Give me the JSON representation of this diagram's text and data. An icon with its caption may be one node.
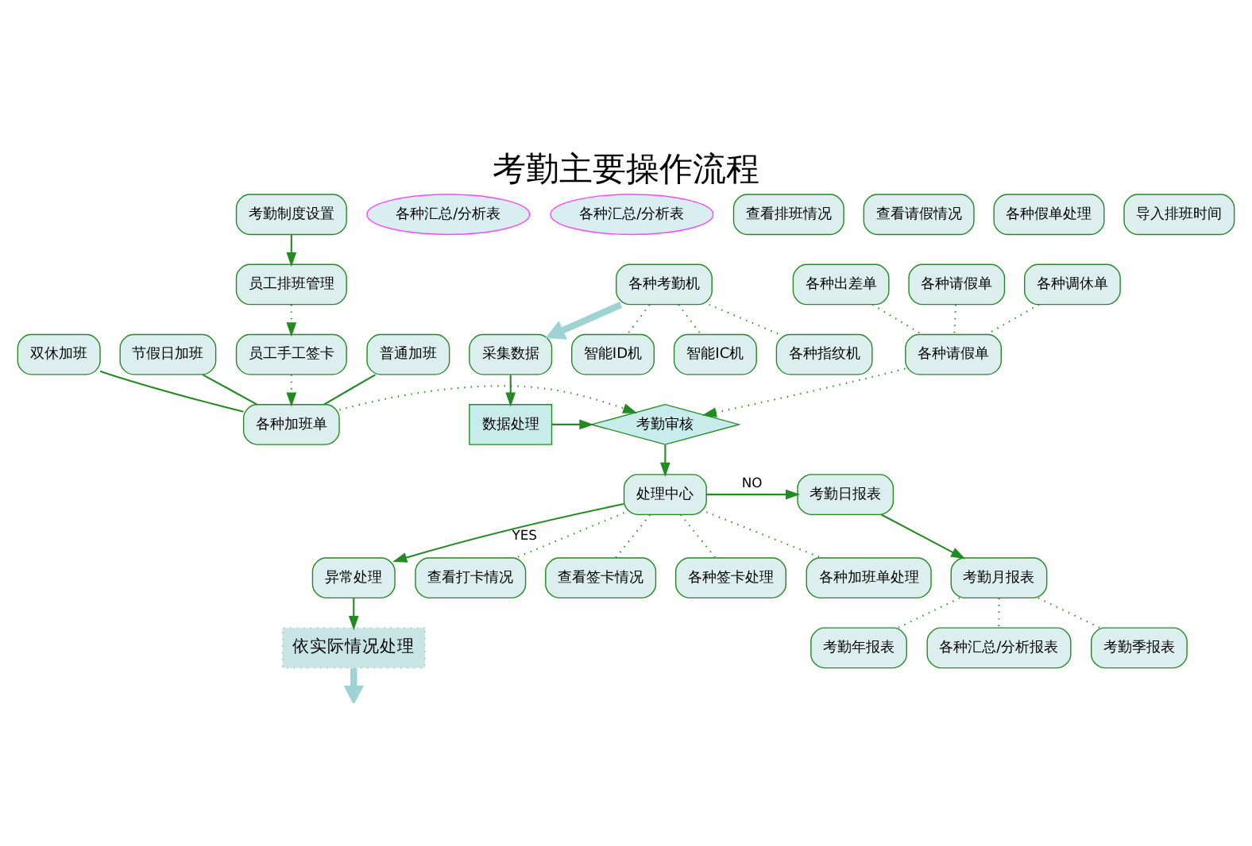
{
  "diagram": {
    "title": "考勤主要操作流程",
    "nodes": [
      {
        "text": [
          "考勤制度设置"
        ]
      },
      {
        "text": [
          "员工排班管理"
        ]
      },
      {
        "text": [
          "员工手工签卡"
        ]
      },
      {
        "text": [
          "各种加班单"
        ]
      },
      {
        "text": [
          "普通加班"
        ]
      },
      {
        "text": [
          "双休加班"
        ]
      },
      {
        "text": [
          "节假日加班"
        ]
      },
      {
        "text": [
          "各种汇总/分析表"
        ]
      },
      {
        "text": [
          "各种请假单"
        ]
      },
      {
        "text": [
          "各种调休单"
        ]
      },
      {
        "text": [
          "各种出差单"
        ]
      },
      {
        "text": [
          "各种请假单"
        ]
      },
      {
        "text": [
          "考勤审核"
        ]
      },
      {
        "text": [
          "各种考勤机"
        ]
      },
      {
        "text": [
          "智能ID机"
        ]
      },
      {
        "text": [
          "智能IC机"
        ]
      },
      {
        "text": [
          "各种指纹机"
        ]
      },
      {
        "text": [
          "采集数据"
        ]
      },
      {
        "text": [
          "数据处理"
        ]
      },
      {
        "text": [
          "处理中心"
        ]
      },
      {
        "text": [
          "考勤日报表"
        ]
      },
      {
        "text": [
          "考勤月报表"
        ]
      },
      {
        "text": [
          "各种汇总/分析表"
        ]
      },
      {
        "text": [
          "异常处理"
        ]
      },
      {
        "text": [
          "依实际情况处理"
        ]
      },
      {
        "text": [
          "查看打卡情况"
        ]
      },
      {
        "text": [
          "查看排班情况"
        ]
      },
      {
        "text": [
          "查看签卡情况"
        ]
      },
      {
        "text": [
          "查看请假情况"
        ]
      },
      {
        "text": [
          "各种签卡处理"
        ]
      },
      {
        "text": [
          "各种假单处理"
        ]
      },
      {
        "text": [
          "各种加班单处理"
        ]
      },
      {
        "text": [
          "导入排班时间"
        ]
      },
      {
        "text": [
          "考勤季报表"
        ]
      },
      {
        "text": [
          "考勤年报表"
        ]
      },
      {
        "text": [
          "各种汇总/分析报表"
        ]
      }
    ],
    "edges": [
      {
        "from": 0,
        "to": 1,
        "arrow": "to"
      },
      {
        "from": 1,
        "to": 2,
        "arrow": "to",
        "style": "dashed"
      },
      {
        "from": 2,
        "to": 3,
        "arrow": "to",
        "style": "dashed"
      },
      {
        "from": 4,
        "to": 3,
        "arrow": "none"
      },
      {
        "from": 5,
        "to": 3,
        "arrow": "none"
      },
      {
        "from": 6,
        "to": 3,
        "arrow": "none"
      },
      {
        "from": 3,
        "to": 12,
        "arrow": "to",
        "style": "dashed"
      },
      {
        "from": 8,
        "to": 11,
        "arrow": "none",
        "style": "dashed"
      },
      {
        "from": 9,
        "to": 11,
        "arrow": "none",
        "style": "dashed"
      },
      {
        "from": 10,
        "to": 11,
        "arrow": "none",
        "style": "dashed"
      },
      {
        "from": 11,
        "to": 12,
        "arrow": "to",
        "style": "dashed"
      },
      {
        "from": 13,
        "to": 14,
        "arrow": "none",
        "style": "dashed"
      },
      {
        "from": 13,
        "to": 15,
        "arrow": "none",
        "style": "dashed"
      },
      {
        "from": 13,
        "to": 16,
        "arrow": "none",
        "style": "dashed"
      },
      {
        "from": 13,
        "to": 17,
        "arrow": "to",
        "style": "thick",
        "color": "#9ed3d3"
      },
      {
        "from": 17,
        "to": 18,
        "arrow": "to"
      },
      {
        "from": 18,
        "to": 12,
        "arrow": "to"
      },
      {
        "from": 12,
        "to": 19,
        "arrow": "to"
      },
      {
        "from": 19,
        "to": 20,
        "arrow": "to",
        "label": "NO"
      },
      {
        "from": 19,
        "to": 23,
        "arrow": "to",
        "label": "YES"
      },
      {
        "from": 20,
        "to": 21,
        "arrow": "to"
      },
      {
        "from": 21,
        "to": 33,
        "arrow": "none",
        "style": "dashed"
      },
      {
        "from": 21,
        "to": 34,
        "arrow": "none",
        "style": "dashed"
      },
      {
        "from": 21,
        "to": 35,
        "arrow": "none",
        "style": "dashed"
      },
      {
        "from": 23,
        "to": 24,
        "arrow": "to"
      },
      {
        "from": 24,
        "to": null,
        "arrow": "to",
        "style": "thick",
        "color": "#9ed3d3"
      },
      {
        "from": 19,
        "to": 25,
        "arrow": "none",
        "style": "dashed"
      },
      {
        "from": 19,
        "to": 27,
        "arrow": "none",
        "style": "dashed"
      },
      {
        "from": 19,
        "to": 29,
        "arrow": "none",
        "style": "dashed"
      },
      {
        "from": 19,
        "to": 31,
        "arrow": "none",
        "style": "dashed"
      }
    ]
  }
}
